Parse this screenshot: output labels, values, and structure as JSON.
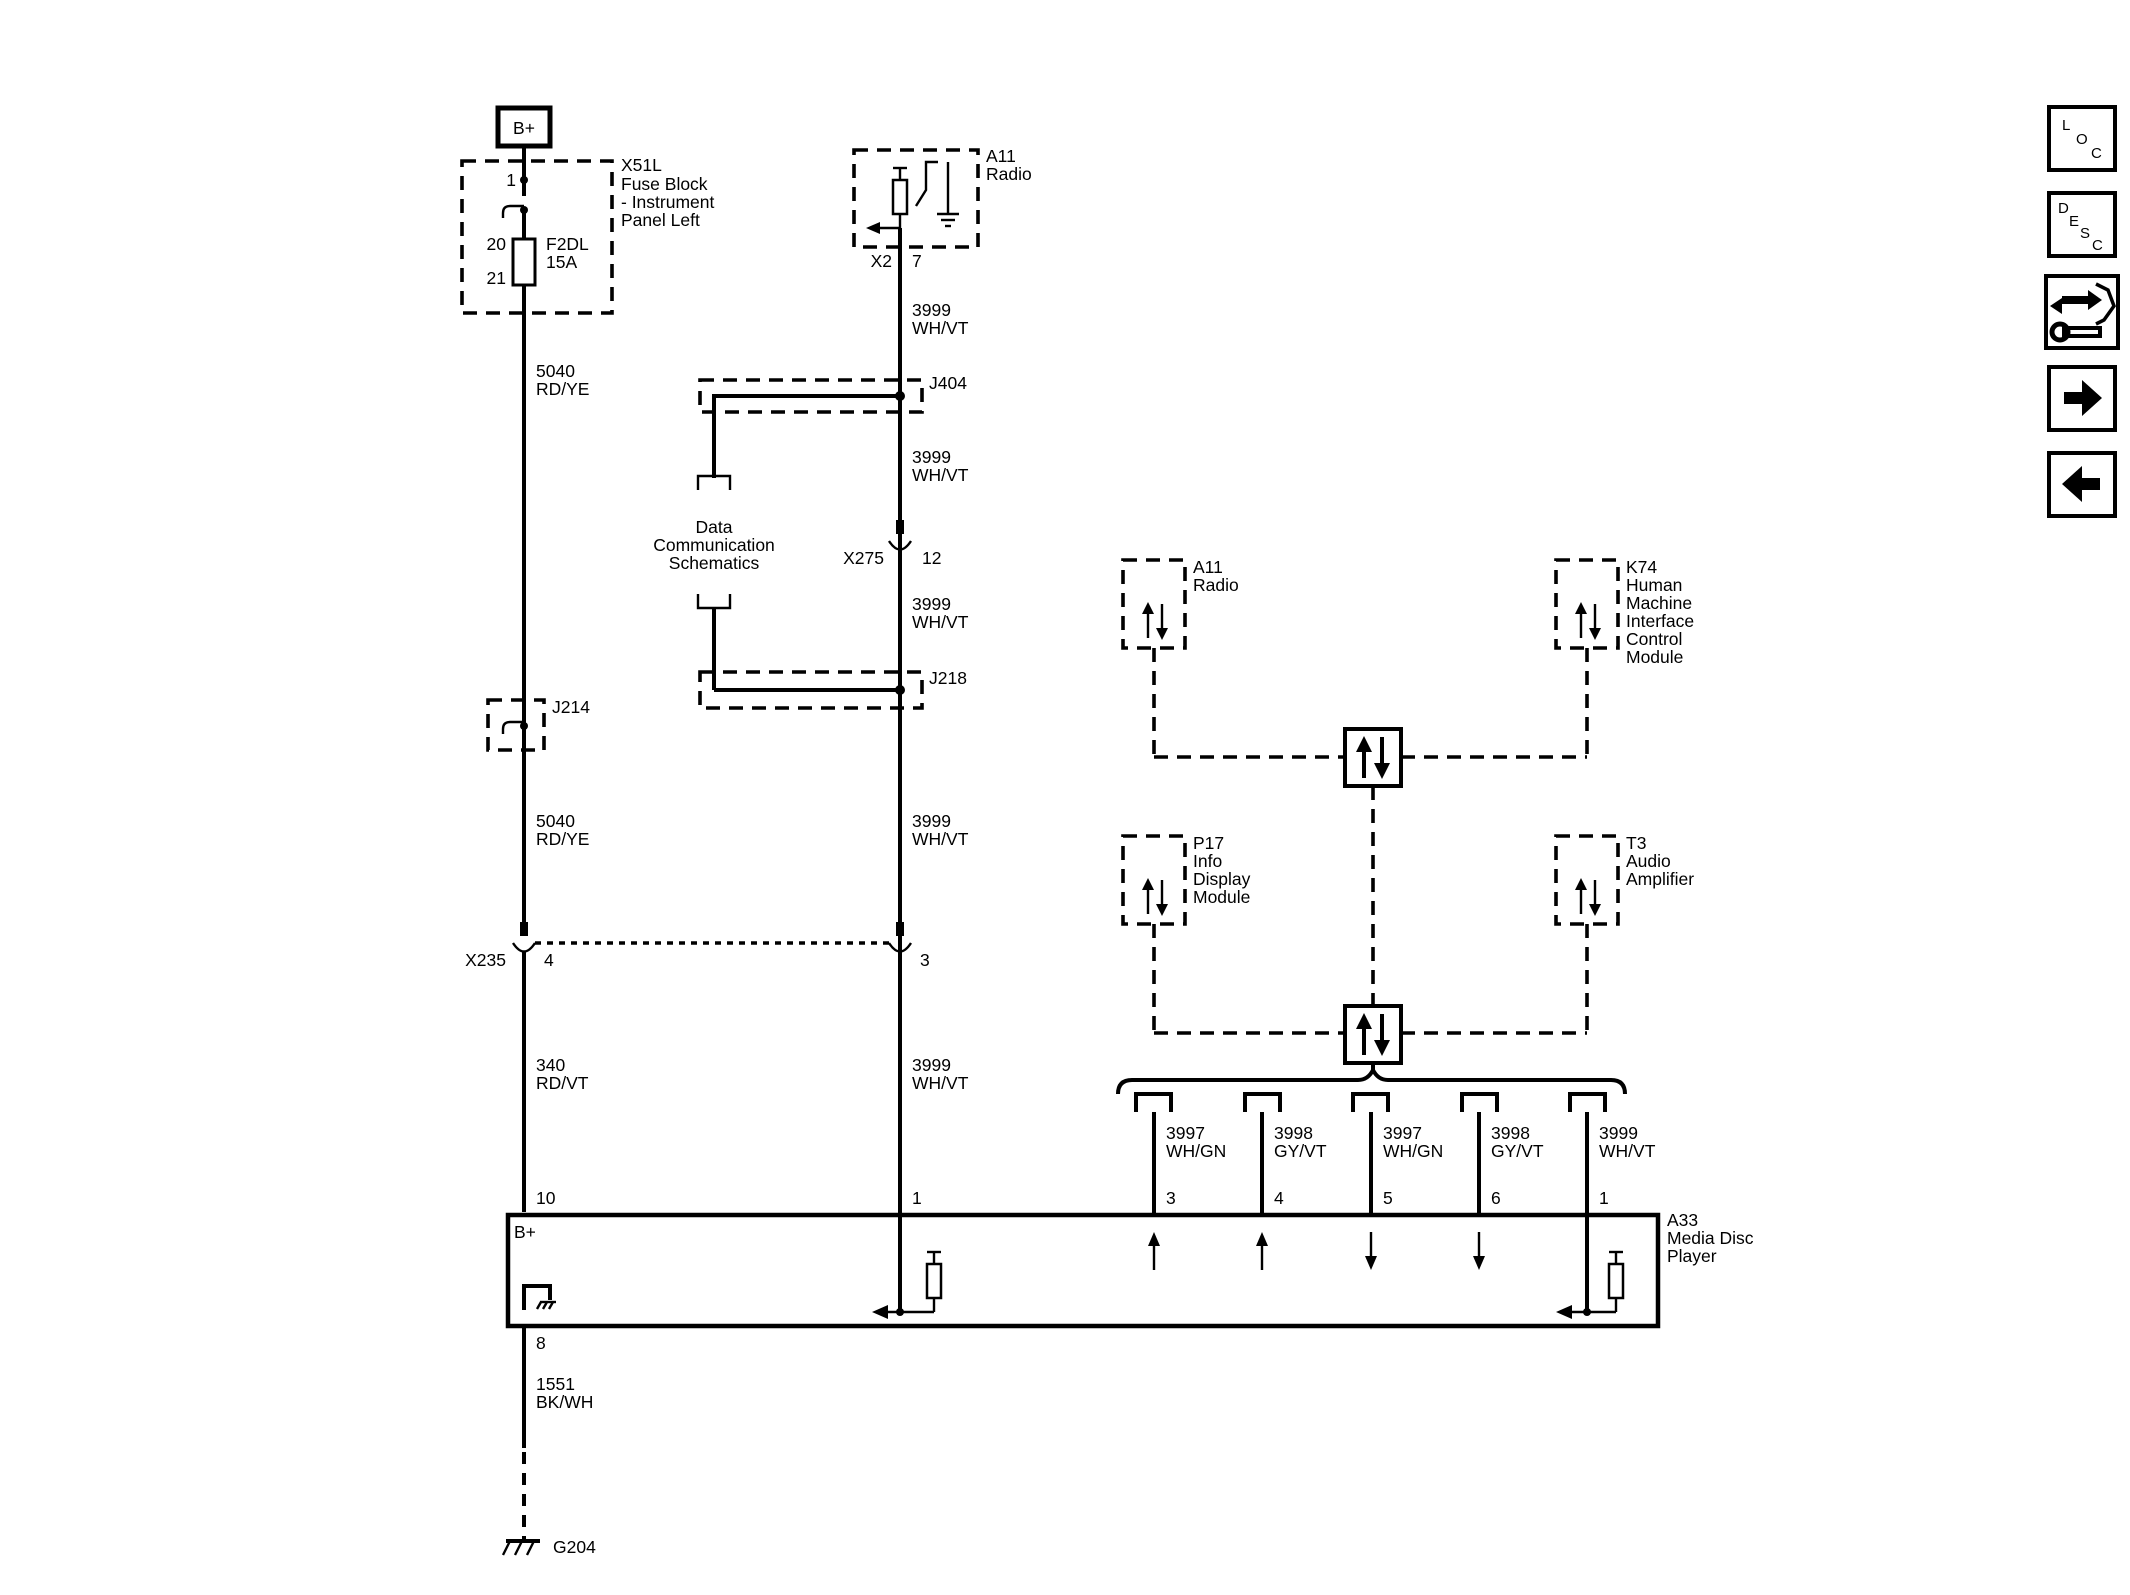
{
  "battery": {
    "label": "B+"
  },
  "fuse_block": {
    "id": "X51L",
    "name_lines": [
      "Fuse Block",
      "- Instrument",
      "Panel Left"
    ],
    "fuse": "F2DL",
    "rating": "15A",
    "pin_in": "1",
    "pin_a": "20",
    "pin_b": "21"
  },
  "radio_top": {
    "id": "A11",
    "name": "Radio",
    "conn": "X2",
    "pin": "7"
  },
  "wires": {
    "w5040": {
      "circuit": "5040",
      "color": "RD/YE"
    },
    "w3999": {
      "circuit": "3999",
      "color": "WH/VT"
    },
    "w340": {
      "circuit": "340",
      "color": "RD/VT"
    },
    "w1551": {
      "circuit": "1551",
      "color": "BK/WH"
    }
  },
  "splices": {
    "j404": "J404",
    "j218": "J218",
    "j214": "J214"
  },
  "data_comm": {
    "lines": [
      "Data",
      "Communication",
      "Schematics"
    ]
  },
  "inline_x275": {
    "id": "X275",
    "pin": "12"
  },
  "inline_x235": {
    "id": "X235",
    "pin_left": "4",
    "pin_right": "3"
  },
  "modules": {
    "radio": {
      "id": "A11",
      "lines": [
        "Radio"
      ]
    },
    "hmi": {
      "id": "K74",
      "lines": [
        "Human",
        "Machine",
        "Interface",
        "Control",
        "Module"
      ]
    },
    "info": {
      "id": "P17",
      "lines": [
        "Info",
        "Display",
        "Module"
      ]
    },
    "amp": {
      "id": "T3",
      "lines": [
        "Audio",
        "Amplifier"
      ]
    }
  },
  "bus_wires": [
    {
      "circuit": "3997",
      "color": "WH/GN",
      "pin": "3"
    },
    {
      "circuit": "3998",
      "color": "GY/VT",
      "pin": "4"
    },
    {
      "circuit": "3997",
      "color": "WH/GN",
      "pin": "5"
    },
    {
      "circuit": "3998",
      "color": "GY/VT",
      "pin": "6"
    },
    {
      "circuit": "3999",
      "color": "WH/VT",
      "pin": "1"
    }
  ],
  "player": {
    "id": "A33",
    "name_lines": [
      "Media Disc",
      "Player"
    ],
    "bplus": "B+",
    "pin_bplus": "10",
    "pin_1": "1",
    "pin_ground": "8"
  },
  "ground": {
    "id": "G204"
  },
  "nav": {
    "loc": [
      "L",
      "O",
      "C"
    ],
    "desc": [
      "D",
      "E",
      "S",
      "C"
    ]
  }
}
